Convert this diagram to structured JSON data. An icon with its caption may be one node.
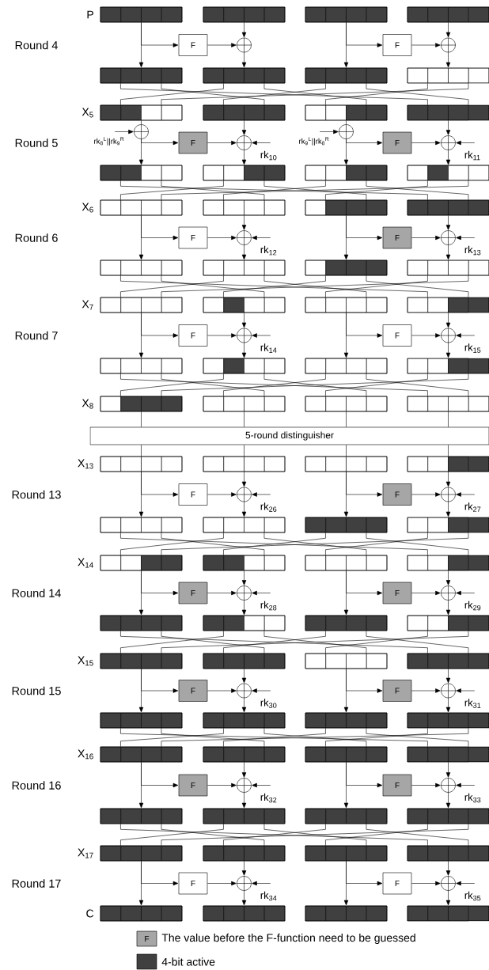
{
  "diagram": {
    "nodes": [
      {
        "text": [],
        "shape": "box"
      },
      {
        "text": [],
        "shape": "box"
      },
      {
        "text": [],
        "shape": "box"
      },
      {
        "text": [],
        "shape": "box"
      },
      {
        "text": [
          "F"
        ]
      },
      {
        "text": [],
        "shape": "circle"
      },
      {
        "text": [
          "F"
        ]
      },
      {
        "text": [],
        "shape": "circle"
      },
      {
        "text": [],
        "shape": "box"
      },
      {
        "text": [],
        "shape": "box"
      },
      {
        "text": [],
        "shape": "box"
      },
      {
        "text": [],
        "shape": "box"
      },
      {
        "text": [],
        "shape": "box"
      },
      {
        "text": [],
        "shape": "box"
      },
      {
        "text": [],
        "shape": "box"
      },
      {
        "text": [],
        "shape": "box"
      },
      {
        "text": [],
        "shape": "circle",
        "beside": [
          "rk$_{8}$$^{L}$||rk$_{9}$$^{R}$"
        ]
      },
      {
        "text": [
          "F"
        ]
      },
      {
        "text": [],
        "shape": "circle",
        "beside": [
          "rk$_{10}$"
        ]
      },
      {
        "text": [],
        "shape": "circle",
        "beside": [
          "rk$_{9}$$^{L}$||rk$_{8}$$^{R}$"
        ]
      },
      {
        "text": [
          "F"
        ]
      },
      {
        "text": [],
        "shape": "circle",
        "beside": [
          "rk$_{11}$"
        ]
      },
      {
        "text": [],
        "shape": "box"
      },
      {
        "text": [],
        "shape": "box"
      },
      {
        "text": [],
        "shape": "box"
      },
      {
        "text": [],
        "shape": "box"
      },
      {
        "text": [],
        "shape": "box"
      },
      {
        "text": [],
        "shape": "box"
      },
      {
        "text": [],
        "shape": "box"
      },
      {
        "text": [],
        "shape": "box"
      },
      {
        "text": [
          "F"
        ]
      },
      {
        "text": [],
        "shape": "circle",
        "beside": [
          "rk$_{12}$"
        ]
      },
      {
        "text": [
          "F"
        ]
      },
      {
        "text": [],
        "shape": "circle",
        "beside": [
          "rk$_{13}$"
        ]
      },
      {
        "text": [],
        "shape": "box"
      },
      {
        "text": [],
        "shape": "box"
      },
      {
        "text": [],
        "shape": "box"
      },
      {
        "text": [],
        "shape": "box"
      },
      {
        "text": [],
        "shape": "box"
      },
      {
        "text": [],
        "shape": "box"
      },
      {
        "text": [],
        "shape": "box"
      },
      {
        "text": [],
        "shape": "box"
      },
      {
        "text": [
          "F"
        ]
      },
      {
        "text": [],
        "shape": "circle",
        "beside": [
          "rk$_{14}$"
        ]
      },
      {
        "text": [
          "F"
        ]
      },
      {
        "text": [],
        "shape": "circle",
        "beside": [
          "rk$_{15}$"
        ]
      },
      {
        "text": [],
        "shape": "box"
      },
      {
        "text": [],
        "shape": "box"
      },
      {
        "text": [],
        "shape": "box"
      },
      {
        "text": [],
        "shape": "box"
      },
      {
        "text": [],
        "shape": "box"
      },
      {
        "text": [],
        "shape": "box"
      },
      {
        "text": [],
        "shape": "box"
      },
      {
        "text": [],
        "shape": "box"
      },
      {
        "text": [
          "5-round distinguisher"
        ]
      },
      {
        "text": [],
        "shape": "box"
      },
      {
        "text": [],
        "shape": "box"
      },
      {
        "text": [],
        "shape": "box"
      },
      {
        "text": [],
        "shape": "box"
      },
      {
        "text": [
          "F"
        ]
      },
      {
        "text": [],
        "shape": "circle",
        "beside": [
          "rk$_{26}$"
        ]
      },
      {
        "text": [
          "F"
        ]
      },
      {
        "text": [],
        "shape": "circle",
        "beside": [
          "rk$_{27}$"
        ]
      },
      {
        "text": [],
        "shape": "box"
      },
      {
        "text": [],
        "shape": "box"
      },
      {
        "text": [],
        "shape": "box"
      },
      {
        "text": [],
        "shape": "box"
      },
      {
        "text": [],
        "shape": "box"
      },
      {
        "text": [],
        "shape": "box"
      },
      {
        "text": [],
        "shape": "box"
      },
      {
        "text": [],
        "shape": "box"
      },
      {
        "text": [
          "F"
        ]
      },
      {
        "text": [],
        "shape": "circle",
        "beside": [
          "rk$_{28}$"
        ]
      },
      {
        "text": [
          "F"
        ]
      },
      {
        "text": [],
        "shape": "circle",
        "beside": [
          "rk$_{29}$"
        ]
      },
      {
        "text": [],
        "shape": "box"
      },
      {
        "text": [],
        "shape": "box"
      },
      {
        "text": [],
        "shape": "box"
      },
      {
        "text": [],
        "shape": "box"
      },
      {
        "text": [],
        "shape": "box"
      },
      {
        "text": [],
        "shape": "box"
      },
      {
        "text": [],
        "shape": "box"
      },
      {
        "text": [],
        "shape": "box"
      },
      {
        "text": [
          "F"
        ]
      },
      {
        "text": [],
        "shape": "circle",
        "beside": [
          "rk$_{30}$"
        ]
      },
      {
        "text": [
          "F"
        ]
      },
      {
        "text": [],
        "shape": "circle",
        "beside": [
          "rk$_{31}$"
        ]
      },
      {
        "text": [],
        "shape": "box"
      },
      {
        "text": [],
        "shape": "box"
      },
      {
        "text": [],
        "shape": "box"
      },
      {
        "text": [],
        "shape": "box"
      },
      {
        "text": [],
        "shape": "box"
      },
      {
        "text": [],
        "shape": "box"
      },
      {
        "text": [],
        "shape": "box"
      },
      {
        "text": [],
        "shape": "box"
      },
      {
        "text": [
          "F"
        ]
      },
      {
        "text": [],
        "shape": "circle",
        "beside": [
          "rk$_{32}$"
        ]
      },
      {
        "text": [
          "F"
        ]
      },
      {
        "text": [],
        "shape": "circle",
        "beside": [
          "rk$_{33}$"
        ]
      },
      {
        "text": [],
        "shape": "box"
      },
      {
        "text": [],
        "shape": "box"
      },
      {
        "text": [],
        "shape": "box"
      },
      {
        "text": [],
        "shape": "box"
      },
      {
        "text": [],
        "shape": "box"
      },
      {
        "text": [],
        "shape": "box"
      },
      {
        "text": [],
        "shape": "box"
      },
      {
        "text": [],
        "shape": "box"
      },
      {
        "text": [
          "F"
        ]
      },
      {
        "text": [],
        "shape": "circle",
        "beside": [
          "rk$_{34}$"
        ]
      },
      {
        "text": [
          "F"
        ]
      },
      {
        "text": [],
        "shape": "circle",
        "beside": [
          "rk$_{35}$"
        ]
      },
      {
        "text": [],
        "shape": "box"
      },
      {
        "text": [],
        "shape": "box"
      },
      {
        "text": [],
        "shape": "box"
      },
      {
        "text": [],
        "shape": "box"
      }
    ],
    "edges": [
      {
        "from": 0,
        "to": 8,
        "arrow": "to"
      },
      {
        "from": 0,
        "to": 4,
        "arrow": "to"
      },
      {
        "from": 4,
        "to": 5,
        "arrow": "to"
      },
      {
        "from": 1,
        "to": 5,
        "arrow": "to"
      },
      {
        "from": 5,
        "to": 9,
        "arrow": "to"
      },
      {
        "from": 2,
        "to": 10,
        "arrow": "to"
      },
      {
        "from": 2,
        "to": 6,
        "arrow": "to"
      },
      {
        "from": 6,
        "to": 7,
        "arrow": "to"
      },
      {
        "from": 3,
        "to": 7,
        "arrow": "to"
      },
      {
        "from": 7,
        "to": 11,
        "arrow": "to"
      },
      {
        "from": 8,
        "to": 15,
        "arrow": "none"
      },
      {
        "from": 8,
        "to": 13,
        "arrow": "none"
      },
      {
        "from": 9,
        "to": 12,
        "arrow": "none"
      },
      {
        "from": 9,
        "to": 14,
        "arrow": "none"
      },
      {
        "from": 10,
        "to": 13,
        "arrow": "none"
      },
      {
        "from": 10,
        "to": 15,
        "arrow": "none"
      },
      {
        "from": 11,
        "to": 14,
        "arrow": "none"
      },
      {
        "from": 11,
        "to": 12,
        "arrow": "none"
      },
      {
        "from": 12,
        "to": 16,
        "arrow": "none"
      },
      {
        "from": null,
        "to": 16,
        "arrow": "to"
      },
      {
        "from": 16,
        "to": 22,
        "arrow": "to"
      },
      {
        "from": 16,
        "to": 17,
        "arrow": "to"
      },
      {
        "from": 17,
        "to": 18,
        "arrow": "to"
      },
      {
        "from": 13,
        "to": 18,
        "arrow": "to"
      },
      {
        "from": 18,
        "to": 23,
        "arrow": "to"
      },
      {
        "from": null,
        "to": 18,
        "arrow": "to"
      },
      {
        "from": 14,
        "to": 19,
        "arrow": "none"
      },
      {
        "from": null,
        "to": 19,
        "arrow": "to"
      },
      {
        "from": 19,
        "to": 24,
        "arrow": "to"
      },
      {
        "from": 19,
        "to": 20,
        "arrow": "to"
      },
      {
        "from": 20,
        "to": 21,
        "arrow": "to"
      },
      {
        "from": 15,
        "to": 21,
        "arrow": "to"
      },
      {
        "from": 21,
        "to": 25,
        "arrow": "to"
      },
      {
        "from": null,
        "to": 21,
        "arrow": "to"
      },
      {
        "from": 22,
        "to": 29,
        "arrow": "none"
      },
      {
        "from": 22,
        "to": 27,
        "arrow": "none"
      },
      {
        "from": 23,
        "to": 26,
        "arrow": "none"
      },
      {
        "from": 23,
        "to": 28,
        "arrow": "none"
      },
      {
        "from": 24,
        "to": 27,
        "arrow": "none"
      },
      {
        "from": 24,
        "to": 29,
        "arrow": "none"
      },
      {
        "from": 25,
        "to": 28,
        "arrow": "none"
      },
      {
        "from": 25,
        "to": 26,
        "arrow": "none"
      },
      {
        "from": 26,
        "to": 34,
        "arrow": "to"
      },
      {
        "from": 26,
        "to": 30,
        "arrow": "to"
      },
      {
        "from": 30,
        "to": 31,
        "arrow": "to"
      },
      {
        "from": 27,
        "to": 31,
        "arrow": "to"
      },
      {
        "from": 31,
        "to": 35,
        "arrow": "to"
      },
      {
        "from": null,
        "to": 31,
        "arrow": "to"
      },
      {
        "from": 28,
        "to": 36,
        "arrow": "to"
      },
      {
        "from": 28,
        "to": 32,
        "arrow": "to"
      },
      {
        "from": 32,
        "to": 33,
        "arrow": "to"
      },
      {
        "from": 29,
        "to": 33,
        "arrow": "to"
      },
      {
        "from": 33,
        "to": 37,
        "arrow": "to"
      },
      {
        "from": null,
        "to": 33,
        "arrow": "to"
      },
      {
        "from": 34,
        "to": 41,
        "arrow": "none"
      },
      {
        "from": 34,
        "to": 39,
        "arrow": "none"
      },
      {
        "from": 35,
        "to": 38,
        "arrow": "none"
      },
      {
        "from": 35,
        "to": 40,
        "arrow": "none"
      },
      {
        "from": 36,
        "to": 39,
        "arrow": "none"
      },
      {
        "from": 36,
        "to": 41,
        "arrow": "none"
      },
      {
        "from": 37,
        "to": 40,
        "arrow": "none"
      },
      {
        "from": 37,
        "to": 38,
        "arrow": "none"
      },
      {
        "from": 38,
        "to": 46,
        "arrow": "to"
      },
      {
        "from": 38,
        "to": 42,
        "arrow": "to"
      },
      {
        "from": 42,
        "to": 43,
        "arrow": "to"
      },
      {
        "from": 39,
        "to": 43,
        "arrow": "to"
      },
      {
        "from": 43,
        "to": 47,
        "arrow": "to"
      },
      {
        "from": null,
        "to": 43,
        "arrow": "to"
      },
      {
        "from": 40,
        "to": 48,
        "arrow": "to"
      },
      {
        "from": 40,
        "to": 44,
        "arrow": "to"
      },
      {
        "from": 44,
        "to": 45,
        "arrow": "to"
      },
      {
        "from": 41,
        "to": 45,
        "arrow": "to"
      },
      {
        "from": 45,
        "to": 49,
        "arrow": "to"
      },
      {
        "from": null,
        "to": 45,
        "arrow": "to"
      },
      {
        "from": 46,
        "to": 53,
        "arrow": "none"
      },
      {
        "from": 46,
        "to": 51,
        "arrow": "none"
      },
      {
        "from": 47,
        "to": 50,
        "arrow": "none"
      },
      {
        "from": 47,
        "to": 52,
        "arrow": "none"
      },
      {
        "from": 48,
        "to": 51,
        "arrow": "none"
      },
      {
        "from": 48,
        "to": 53,
        "arrow": "none"
      },
      {
        "from": 49,
        "to": 52,
        "arrow": "none"
      },
      {
        "from": 49,
        "to": 50,
        "arrow": "none"
      },
      {
        "from": 50,
        "to": 54,
        "arrow": "none"
      },
      {
        "from": 51,
        "to": 54,
        "arrow": "none"
      },
      {
        "from": 52,
        "to": 54,
        "arrow": "none"
      },
      {
        "from": 53,
        "to": 54,
        "arrow": "none"
      },
      {
        "from": 54,
        "to": 55,
        "arrow": "none"
      },
      {
        "from": 54,
        "to": 56,
        "arrow": "none"
      },
      {
        "from": 54,
        "to": 57,
        "arrow": "none"
      },
      {
        "from": 54,
        "to": 58,
        "arrow": "none"
      },
      {
        "from": 55,
        "to": 63,
        "arrow": "to"
      },
      {
        "from": 55,
        "to": 59,
        "arrow": "to"
      },
      {
        "from": 59,
        "to": 60,
        "arrow": "to"
      },
      {
        "from": 56,
        "to": 60,
        "arrow": "to"
      },
      {
        "from": 60,
        "to": 64,
        "arrow": "to"
      },
      {
        "from": null,
        "to": 60,
        "arrow": "to"
      },
      {
        "from": 57,
        "to": 65,
        "arrow": "to"
      },
      {
        "from": 57,
        "to": 61,
        "arrow": "to"
      },
      {
        "from": 61,
        "to": 62,
        "arrow": "to"
      },
      {
        "from": 58,
        "to": 62,
        "arrow": "to"
      },
      {
        "from": 62,
        "to": 66,
        "arrow": "to"
      },
      {
        "from": null,
        "to": 62,
        "arrow": "to"
      },
      {
        "from": 63,
        "to": 70,
        "arrow": "none"
      },
      {
        "from": 63,
        "to": 68,
        "arrow": "none"
      },
      {
        "from": 64,
        "to": 67,
        "arrow": "none"
      },
      {
        "from": 64,
        "to": 69,
        "arrow": "none"
      },
      {
        "from": 65,
        "to": 68,
        "arrow": "none"
      },
      {
        "from": 65,
        "to": 70,
        "arrow": "none"
      },
      {
        "from": 66,
        "to": 69,
        "arrow": "none"
      },
      {
        "from": 66,
        "to": 67,
        "arrow": "none"
      },
      {
        "from": 67,
        "to": 75,
        "arrow": "to"
      },
      {
        "from": 67,
        "to": 71,
        "arrow": "to"
      },
      {
        "from": 71,
        "to": 72,
        "arrow": "to"
      },
      {
        "from": 68,
        "to": 72,
        "arrow": "to"
      },
      {
        "from": 72,
        "to": 76,
        "arrow": "to"
      },
      {
        "from": null,
        "to": 72,
        "arrow": "to"
      },
      {
        "from": 69,
        "to": 77,
        "arrow": "to"
      },
      {
        "from": 69,
        "to": 73,
        "arrow": "to"
      },
      {
        "from": 73,
        "to": 74,
        "arrow": "to"
      },
      {
        "from": 70,
        "to": 74,
        "arrow": "to"
      },
      {
        "from": 74,
        "to": 78,
        "arrow": "to"
      },
      {
        "from": null,
        "to": 74,
        "arrow": "to"
      },
      {
        "from": 75,
        "to": 82,
        "arrow": "none"
      },
      {
        "from": 75,
        "to": 80,
        "arrow": "none"
      },
      {
        "from": 76,
        "to": 79,
        "arrow": "none"
      },
      {
        "from": 76,
        "to": 81,
        "arrow": "none"
      },
      {
        "from": 77,
        "to": 80,
        "arrow": "none"
      },
      {
        "from": 77,
        "to": 82,
        "arrow": "none"
      },
      {
        "from": 78,
        "to": 81,
        "arrow": "none"
      },
      {
        "from": 78,
        "to": 79,
        "arrow": "none"
      },
      {
        "from": 79,
        "to": 87,
        "arrow": "to"
      },
      {
        "from": 79,
        "to": 83,
        "arrow": "to"
      },
      {
        "from": 83,
        "to": 84,
        "arrow": "to"
      },
      {
        "from": 80,
        "to": 84,
        "arrow": "to"
      },
      {
        "from": 84,
        "to": 88,
        "arrow": "to"
      },
      {
        "from": null,
        "to": 84,
        "arrow": "to"
      },
      {
        "from": 81,
        "to": 89,
        "arrow": "to"
      },
      {
        "from": 81,
        "to": 85,
        "arrow": "to"
      },
      {
        "from": 85,
        "to": 86,
        "arrow": "to"
      },
      {
        "from": 82,
        "to": 86,
        "arrow": "to"
      },
      {
        "from": 86,
        "to": 90,
        "arrow": "to"
      },
      {
        "from": null,
        "to": 86,
        "arrow": "to"
      },
      {
        "from": 87,
        "to": 94,
        "arrow": "none"
      },
      {
        "from": 87,
        "to": 92,
        "arrow": "none"
      },
      {
        "from": 88,
        "to": 91,
        "arrow": "none"
      },
      {
        "from": 88,
        "to": 93,
        "arrow": "none"
      },
      {
        "from": 89,
        "to": 92,
        "arrow": "none"
      },
      {
        "from": 89,
        "to": 94,
        "arrow": "none"
      },
      {
        "from": 90,
        "to": 93,
        "arrow": "none"
      },
      {
        "from": 90,
        "to": 91,
        "arrow": "none"
      },
      {
        "from": 91,
        "to": 99,
        "arrow": "to"
      },
      {
        "from": 91,
        "to": 95,
        "arrow": "to"
      },
      {
        "from": 95,
        "to": 96,
        "arrow": "to"
      },
      {
        "from": 92,
        "to": 96,
        "arrow": "to"
      },
      {
        "from": 96,
        "to": 100,
        "arrow": "to"
      },
      {
        "from": null,
        "to": 96,
        "arrow": "to"
      },
      {
        "from": 93,
        "to": 101,
        "arrow": "to"
      },
      {
        "from": 93,
        "to": 97,
        "arrow": "to"
      },
      {
        "from": 97,
        "to": 98,
        "arrow": "to"
      },
      {
        "from": 94,
        "to": 98,
        "arrow": "to"
      },
      {
        "from": 98,
        "to": 102,
        "arrow": "to"
      },
      {
        "from": null,
        "to": 98,
        "arrow": "to"
      },
      {
        "from": 99,
        "to": 106,
        "arrow": "none"
      },
      {
        "from": 99,
        "to": 104,
        "arrow": "none"
      },
      {
        "from": 100,
        "to": 103,
        "arrow": "none"
      },
      {
        "from": 100,
        "to": 105,
        "arrow": "none"
      },
      {
        "from": 101,
        "to": 104,
        "arrow": "none"
      },
      {
        "from": 101,
        "to": 106,
        "arrow": "none"
      },
      {
        "from": 102,
        "to": 105,
        "arrow": "none"
      },
      {
        "from": 102,
        "to": 103,
        "arrow": "none"
      },
      {
        "from": 103,
        "to": 111,
        "arrow": "to"
      },
      {
        "from": 103,
        "to": 107,
        "arrow": "to"
      },
      {
        "from": 107,
        "to": 108,
        "arrow": "to"
      },
      {
        "from": 104,
        "to": 108,
        "arrow": "to"
      },
      {
        "from": 108,
        "to": 112,
        "arrow": "to"
      },
      {
        "from": null,
        "to": 108,
        "arrow": "to"
      },
      {
        "from": 105,
        "to": 113,
        "arrow": "to"
      },
      {
        "from": 105,
        "to": 109,
        "arrow": "to"
      },
      {
        "from": 109,
        "to": 110,
        "arrow": "to"
      },
      {
        "from": 106,
        "to": 110,
        "arrow": "to"
      },
      {
        "from": 110,
        "to": 114,
        "arrow": "to"
      },
      {
        "from": null,
        "to": 110,
        "arrow": "to"
      }
    ],
    "labels": [
      "P",
      "Round 4",
      "X$_{5}$",
      "Round 5",
      "X$_{6}$",
      "Round 6",
      "X$_{7}$",
      "Round 7",
      "X$_{8}$",
      "X$_{13}$",
      "Round 13",
      "X$_{14}$",
      "Round 14",
      "X$_{15}$",
      "Round 15",
      "X$_{16}$",
      "Round 16",
      "X$_{17}$",
      "Round 17",
      "C",
      "F"
    ],
    "legend": [
      {
        "text": "The value before the F-function need to be guessed",
        "color": "#a6a6a6"
      },
      {
        "text": "4-bit active",
        "color": "#404040"
      }
    ]
  }
}
